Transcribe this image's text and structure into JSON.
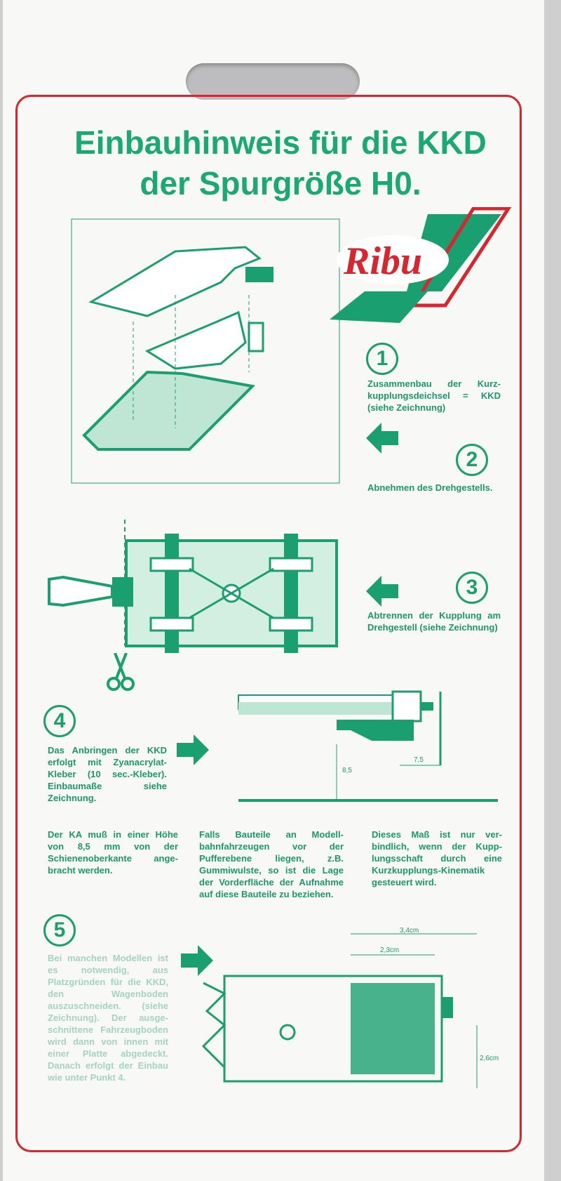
{
  "title": {
    "line1": "Einbauhinweis für die KKD",
    "line2": "der Spurgröße H0."
  },
  "logo": {
    "text": "Ribu"
  },
  "steps": [
    {
      "num": "1",
      "text": "Zusammenbau der Kurz­kupplungsdeichsel = KKD (siehe Zeichnung)"
    },
    {
      "num": "2",
      "text": "Abnehmen des Drehge­stells."
    },
    {
      "num": "3",
      "text": "Abtrennen der Kupplung am Drehgestell (siehe Zeichnung)"
    },
    {
      "num": "4",
      "text": "Das Anbringen der KKD erfolgt mit Zyanacrylat-Kleber (10 sec.-Kleber). Einbaumaße siehe Zeichnung."
    },
    {
      "num": "5",
      "text": "Bei manchen Modellen ist es notwendig, aus Platzgründen für die KKD, den Wagenboden auszuschneiden. (siehe Zeichnung). Der ausge­schnittene Fahrzeugbo­den wird dann von innen mit einer Platte abge­deckt. Danach erfolgt der Einbau wie unter Punkt 4."
    }
  ],
  "notes": {
    "col1": "Der KA muß in einer Höhe von 8,5 mm von der Schienenoberkante ange­bracht werden.",
    "col2": "Falls Bauteile an Modell­bahnfahrzeugen vor der Pufferebene liegen, z.B. Gummiwulste, so ist die Lage der Vorderfläche der Aufnahme auf diese Bau­teile zu beziehen.",
    "col3": "Dieses Maß ist nur ver­bindlich, wenn der Kupp­lungsschaft durch eine Kurzkupplungs-Kinematik gesteuert wird."
  },
  "dims": {
    "d1": "7,5",
    "d2": "8,5",
    "d3": "3,4cm",
    "d4": "2,3cm",
    "d5": "2,6cm"
  },
  "colors": {
    "green": "#1aa070",
    "red": "#d8262e"
  }
}
